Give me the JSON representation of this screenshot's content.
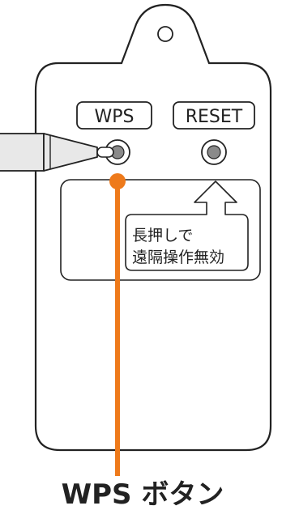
{
  "labels": {
    "wps_button": "WPS",
    "reset_button": "RESET",
    "note_line1": "長押しで",
    "note_line2": "遠隔操作無効",
    "caption": "WPS ボタン"
  },
  "colors": {
    "outline": "#222222",
    "accent": "#ee7a1b",
    "button_fill": "#8a8a8a",
    "pen_fill": "#e8e8e8"
  },
  "icons": {
    "hanger_hole": "circle-hole-icon",
    "pointer": "stylus-pen-icon",
    "arrow": "up-arrow-icon"
  }
}
